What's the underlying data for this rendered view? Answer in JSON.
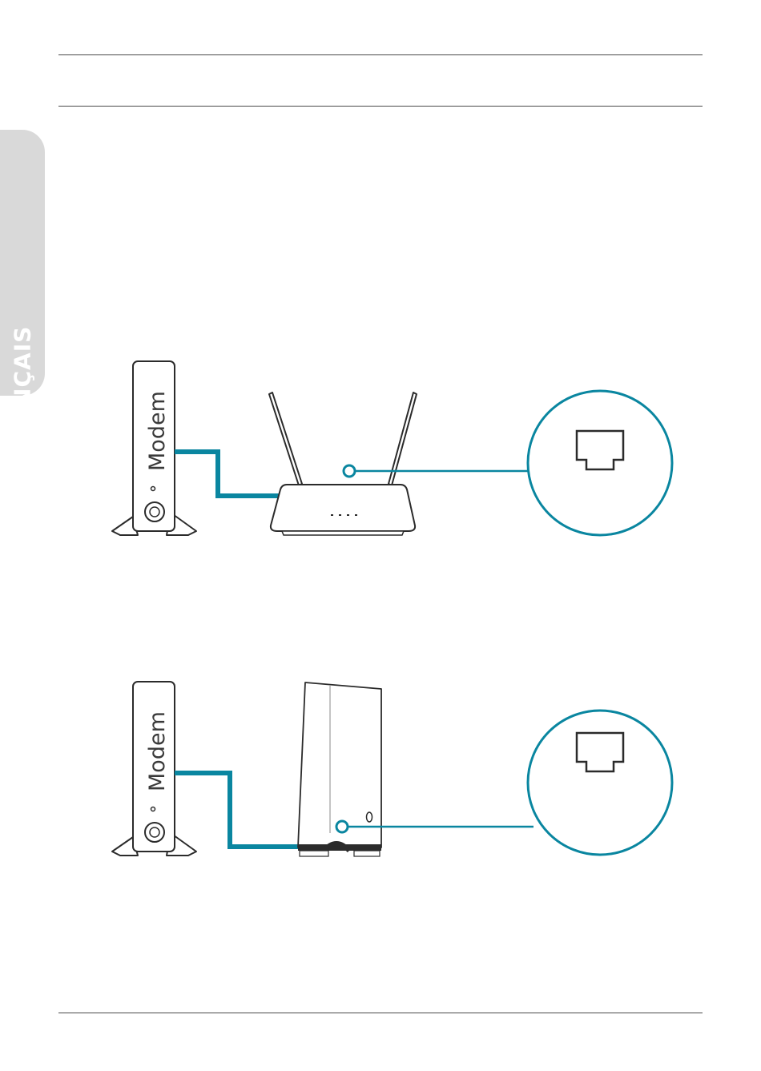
{
  "sidebar": {
    "language": "FRANÇAIS"
  },
  "diagram_top": {
    "modem_label": "Modem"
  },
  "diagram_bottom": {
    "modem_label": "Modem"
  },
  "colors": {
    "cable": "#0a86a0",
    "outline": "#2b2b2b",
    "tab": "#d9d9d9"
  }
}
